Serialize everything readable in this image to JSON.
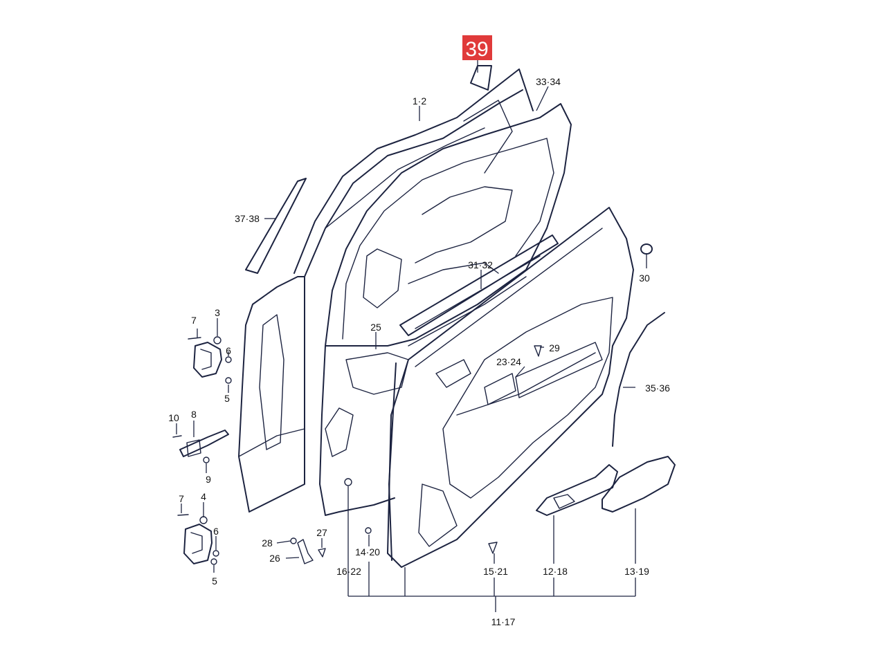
{
  "highlight": {
    "label": "39",
    "color": "#e03a3a"
  },
  "callouts": {
    "c1_2": "1·2",
    "c33_34": "33·34",
    "c37_38": "37·38",
    "c31_32": "31·32",
    "c30": "30",
    "c3": "3",
    "c7a": "7",
    "c6a": "6",
    "c5a": "5",
    "c25": "25",
    "c29": "29",
    "c23_24": "23·24",
    "c35_36": "35·36",
    "c10": "10",
    "c8": "8",
    "c9": "9",
    "c7b": "7",
    "c4": "4",
    "c6b": "6",
    "c5b": "5",
    "c28": "28",
    "c27": "27",
    "c26": "26",
    "c14_20": "14·20",
    "c16_22": "16·22",
    "c15_21": "15·21",
    "c12_18": "12·18",
    "c13_19": "13·19",
    "c11_17": "11·17"
  }
}
